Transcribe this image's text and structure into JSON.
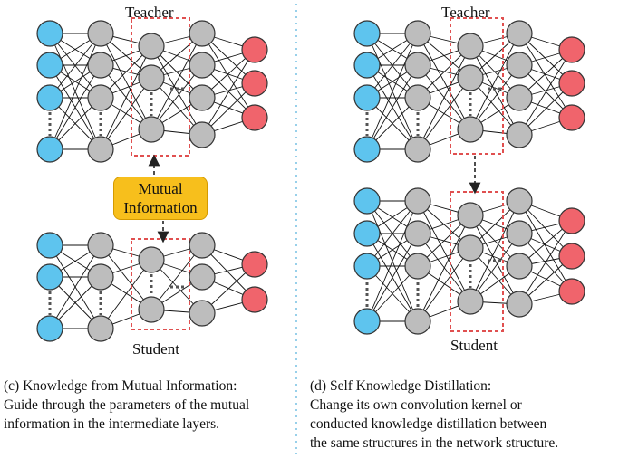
{
  "left": {
    "teacher_label": "Teacher",
    "student_label": "Student",
    "mutual_line1": "Mutual",
    "mutual_line2": "Information",
    "caption_line1": "(c) Knowledge from Mutual Information:",
    "caption_line2": "Guide through the parameters of the mutual",
    "caption_line3": "information in the intermediate layers."
  },
  "right": {
    "teacher_label": "Teacher",
    "student_label": "Student",
    "caption_line1": "(d) Self Knowledge Distillation:",
    "caption_line2": "Change its own convolution kernel or",
    "caption_line3": "conducted knowledge distillation between",
    "caption_line4": "the same structures in the network structure."
  },
  "colors": {
    "input_node": "#5ec4ee",
    "hidden_node": "#bdbdbd",
    "output_node": "#f0646c",
    "highlight_box": "#e05050",
    "mutual_info_box": "#f7bf1c",
    "divider": "#7ec4e4"
  }
}
